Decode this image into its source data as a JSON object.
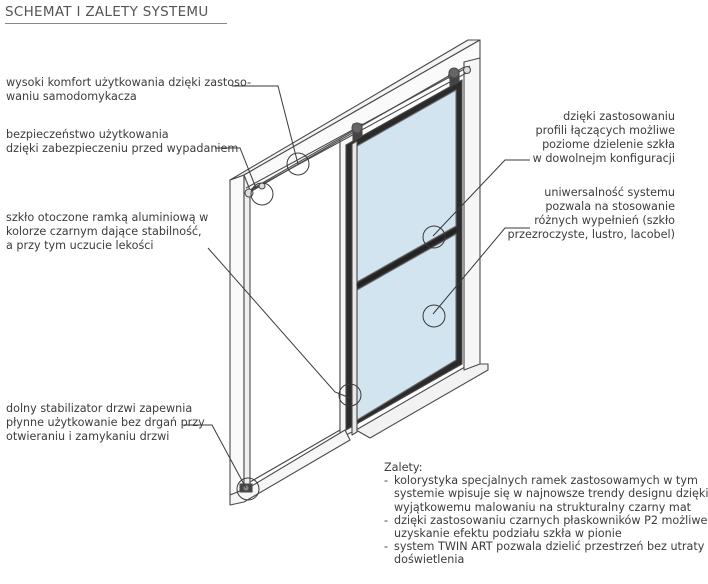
{
  "title": "SCHEMAT I ZALETY SYSTEMU",
  "callouts": {
    "comfort": [
      "wysoki komfort użytkowania dzięki zastoso-",
      "waniu samodomykacza"
    ],
    "safety": [
      "bezpieczeństwo użytkowania",
      "dzięki zabezpieczeniu przed wypadaniem"
    ],
    "frame": [
      "szkło otoczone ramką aluminiową w",
      "kolorze czarnym dające stabilność,",
      "a przy tym uczucie lekości"
    ],
    "stabilizer": [
      "dolny stabilizator drzwi zapewnia",
      "płynne użytkowanie bez drgań przy",
      "otwieraniu i zamykaniu drzwi"
    ],
    "profiles": [
      "dzięki zastosowaniu",
      "profili łączących możliwe",
      "poziome dzielenie szkła",
      "w dowolnejm konfiguracji"
    ],
    "versatility": [
      "uniwersalność systemu",
      "pozwala na stosowanie",
      "różnych wypełnień (szkło",
      "przezroczyste, lustro, lacobel)"
    ]
  },
  "features": {
    "heading": "Zalety:",
    "items": [
      [
        "kolorystyka specjalnych ramek zastosowamych w tym",
        "systemie wpisuje się w najnowsze trendy designu dzięki",
        "wyjątkowemu malowaniu na strukturalny czarny mat"
      ],
      [
        "dzięki zastosowaniu czarnych płaskowników P2 możliwe",
        "uzyskanie efektu podziału szkła w pionie"
      ],
      [
        "system TWIN ART pozwala dzielić przestrzeń bez utraty",
        "doświetlenia"
      ]
    ]
  },
  "colors": {
    "glass": "#d2e4ef",
    "frame_outline": "#4a4a4a",
    "leader": "#3a3a3a",
    "rule": "#888888"
  }
}
